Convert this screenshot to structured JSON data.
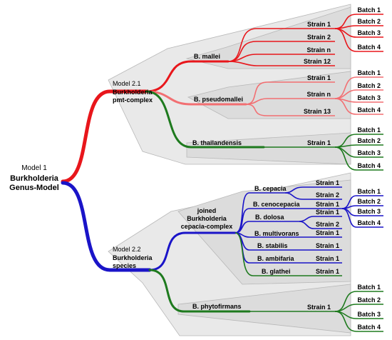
{
  "model1": {
    "title": "Model 1",
    "name_line1": "Burkholderia",
    "name_line2": "Genus-Model"
  },
  "model21": {
    "title": "Model 2.1",
    "name_line1": "Burkholderia",
    "name_line2": "pmt-complex"
  },
  "model22": {
    "title": "Model 2.2",
    "name_line1": "Burkholderia",
    "name_line2": "species"
  },
  "species": {
    "mallei": "B. mallei",
    "pseudomallei": "B. pseudomallei",
    "thailandensis": "B. thailandensis",
    "cepacia_complex_line1": "joined",
    "cepacia_complex_line2": "Burkholderia",
    "cepacia_complex_line3": "cepacia-complex",
    "cepacia": "B. cepacia",
    "cenocepacia": "B. cenocepacia",
    "dolosa": "B. dolosa",
    "multivorans": "B. multivorans",
    "stabilis": "B. stabilis",
    "ambifaria": "B. ambifaria",
    "glathei": "B. glathei",
    "phytofirmans": "B. phytofirmans"
  },
  "strains": {
    "mallei": [
      "Strain 1",
      "Strain 2",
      "Strain n",
      "Strain 12"
    ],
    "pseudomallei": [
      "Strain 1",
      "Strain n",
      "Strain 13"
    ],
    "thailandensis": [
      "Strain 1"
    ],
    "cepacia": [
      "Strain 1",
      "Strain 2"
    ],
    "cenocepacia": [
      "Strain 1"
    ],
    "dolosa": [
      "Strain 1",
      "Strain 2"
    ],
    "multivorans": [
      "Strain 1"
    ],
    "stabilis": [
      "Strain 1"
    ],
    "ambifaria": [
      "Strain 1"
    ],
    "glathei": [
      "Strain 1"
    ],
    "phytofirmans": [
      "Strain 1"
    ]
  },
  "batches": [
    "Batch 1",
    "Batch 2",
    "Batch 3",
    "Batch 4"
  ],
  "colors": {
    "red": "#e8161b",
    "light_red": "#f26f72",
    "green": "#1e7a1e",
    "blue": "#1a14c8",
    "panel_fill": "#e6e6e6",
    "panel_stroke": "#b4b4b4"
  }
}
